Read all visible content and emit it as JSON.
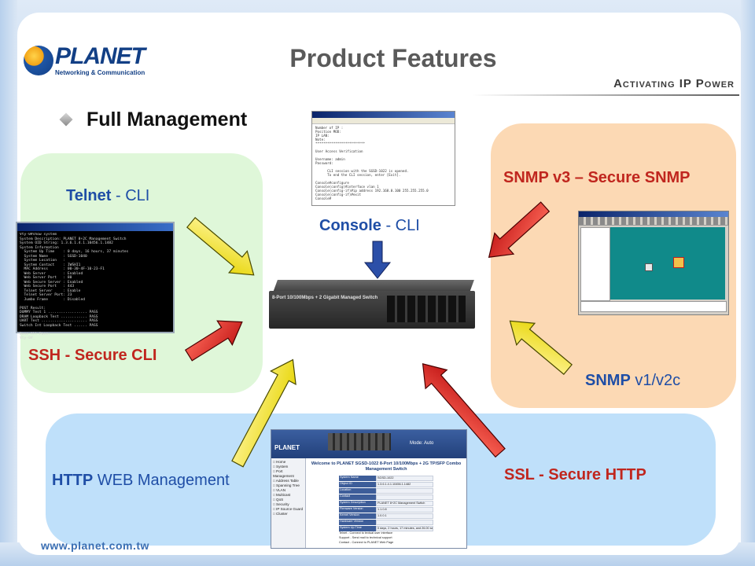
{
  "header": {
    "title": "Product Features",
    "tagline": "Activating IP Power",
    "logo": {
      "brand": "PLANET",
      "subtitle": "Networking & Communication"
    }
  },
  "section": {
    "heading": "Full Management"
  },
  "labels": {
    "telnet": {
      "strong": "Telnet",
      "rest": " - CLI"
    },
    "ssh": "SSH - Secure CLI",
    "console": {
      "strong": "Console",
      "rest": " - CLI"
    },
    "snmpv3": "SNMP v3 – Secure SNMP",
    "snmpv1": {
      "strong": "SNMP",
      "rest": " v1/v2c"
    },
    "http": {
      "strong": "HTTP",
      "rest": " WEB Management"
    },
    "ssl": "SSL - Secure HTTP"
  },
  "footer": {
    "url": "www.planet.com.tw"
  },
  "thumbnails": {
    "telnet_title": "Telnet 192.168.100.101",
    "telnet_text": "Vty-0#show system\nSystem Description: PLANET 8+2C Management Switch\nSystem OID String: 1.3.6.1.4.1.10456.1.1482\nSystem Information\n  System Up Time    : 0 days, 16 hours, 37 minutes\n  System Name       : SGSD-1040\n  System Location   :\n  System Contact    : IWSHI1\n  MAC Address       : 00-30-4F-10-23-F1\n  Web Server        : Enabled\n  Web Server Port   : 80\n  Web Secure Server : Enabled\n  Web Secure Port   : 443\n  Telnet Server     : Enable\n  Telnet Server Port: 23\n  Jumbo Frame       : Disabled\n\nPOST Result:\nDUMMY Test 1 .................. PASS\nDRAM Loopback Test ............ PASS\nUART Test ..................... PASS\nSwitch Int Loopback Test ...... PASS\n\nDone All Pass.\nVty-0#_",
    "console_text": "Number of IP :\nPosition MOD:\nIP LAN:\nNote:\n*************************\n\nUser Access Verification\n\nUsername: admin\nPassword:\n\n      CLI session with the SGSD-1022 is opened.\n      To end the CLI session, enter [Exit].\n\nConsole#configure\nConsole(config)#interface vlan 1\nConsole(config-if)#ip address 192.168.0.100 255.255.255.0\nConsole(config-if)#exit\nConsole#",
    "web_logo": "PLANET",
    "web_mode": "Mode: Auto",
    "web_heading": "Welcome to PLANET SGSD-1022 8-Port 10/100Mbps + 2G TP/SFP Combo Management Switch",
    "web_menu": [
      "Home",
      "System",
      "Port Management",
      "Address Table",
      "Spanning Tree",
      "VLAN",
      "Multicast",
      "QoS",
      "Security",
      "IP Source Guard",
      "Cluster"
    ],
    "web_table": [
      {
        "k": "System Name",
        "v": "SGSD-1022"
      },
      {
        "k": "Object ID",
        "v": "1.3.6.1.4.1.10456.1.1482"
      },
      {
        "k": "Location",
        "v": ""
      },
      {
        "k": "Contact",
        "v": ""
      },
      {
        "k": "System Description",
        "v": "PLANET 8+2C Management Switch"
      },
      {
        "k": "Firmware Version",
        "v": "1.1.0.8"
      },
      {
        "k": "Kernel Version",
        "v": "1.0.0.1"
      },
      {
        "k": "Hardware Version",
        "v": ""
      },
      {
        "k": "System Up Time",
        "v": "0 days, 2 hours, 17 minutes, and 26.00 seconds"
      }
    ],
    "web_links": [
      "Telnet - Connect to textual user interface",
      "Support - Send mail to technical support",
      "Contact - Connect to PLANET Web Page"
    ],
    "switch_label": "8-Port 10/100Mbps + 2 Gigabit Managed Switch"
  },
  "arrow_colors": {
    "yellow": "#f4e620",
    "red": "#d92020",
    "blue": "#2c4fa8"
  }
}
